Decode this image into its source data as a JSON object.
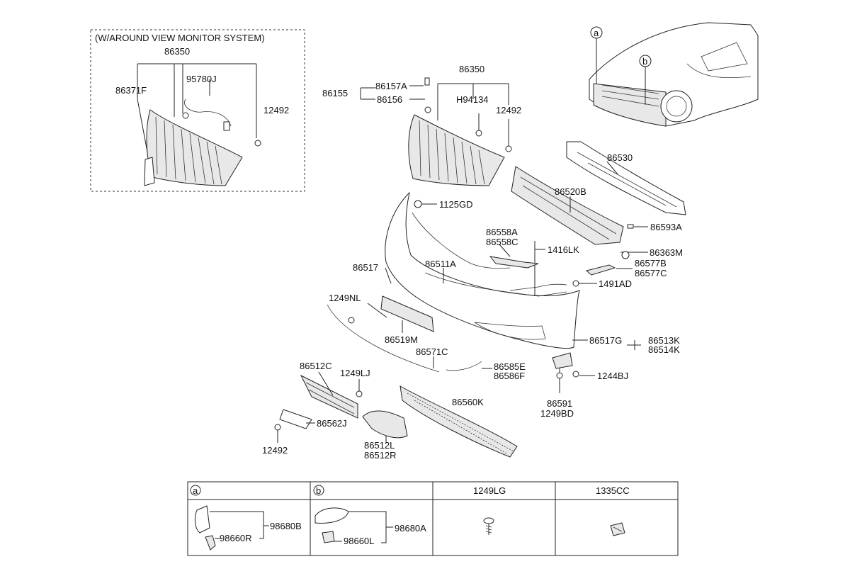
{
  "box_title": "(W/AROUND VIEW MONITOR SYSTEM)",
  "labels": {
    "p86350_box": "86350",
    "p86371F": "86371F",
    "p95780J": "95780J",
    "p12492_box": "12492",
    "p86155": "86155",
    "p86157A": "86157A",
    "p86156": "86156",
    "p86350": "86350",
    "pH94134": "H94134",
    "p12492_a": "12492",
    "p86530": "86530",
    "p86520B": "86520B",
    "p86593A": "86593A",
    "p1125GD": "1125GD",
    "p86558A": "86558A",
    "p86558C": "86558C",
    "p1416LK": "1416LK",
    "p86363M": "86363M",
    "p86577B": "86577B",
    "p86577C": "86577C",
    "p1491AD": "1491AD",
    "p86517": "86517",
    "p86511A": "86511A",
    "p1249NL": "1249NL",
    "p86519M": "86519M",
    "p86517G": "86517G",
    "p86513K": "86513K",
    "p86514K": "86514K",
    "p86571C": "86571C",
    "p86585E": "86585E",
    "p86586F": "86586F",
    "p1244BJ": "1244BJ",
    "p86512C": "86512C",
    "p1249LJ": "1249LJ",
    "p86560K": "86560K",
    "p86591": "86591",
    "p1249BD": "1249BD",
    "p86562J": "86562J",
    "p12492_b": "12492",
    "p86512L": "86512L",
    "p86512R": "86512R",
    "callout_a": "a",
    "callout_b": "b"
  },
  "table": {
    "headers": [
      "a",
      "b",
      "1249LG",
      "1335CC"
    ],
    "a_parts": [
      "98680B",
      "98660R"
    ],
    "b_parts": [
      "98680A",
      "98660L"
    ]
  }
}
